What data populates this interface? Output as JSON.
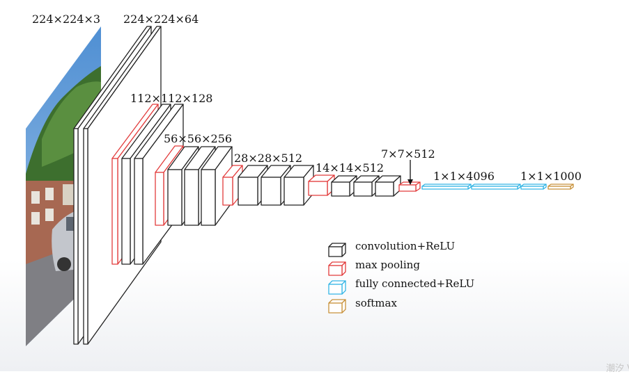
{
  "layer_labels": [
    "224×224×3",
    "224×224×64",
    "112×112×128",
    "56×56×256",
    "28×28×512",
    "14×14×512",
    "7×7×512",
    "1×1×4096",
    "1×1×1000"
  ],
  "legend": [
    {
      "label": "convolution+ReLU",
      "color": "#222222"
    },
    {
      "label": "max pooling",
      "color": "#e23b3b"
    },
    {
      "label": "fully connected+ReLU",
      "color": "#33b5e5"
    },
    {
      "label": "softmax",
      "color": "#c8913a"
    }
  ],
  "colors": {
    "conv": "#222222",
    "pool": "#e23b3b",
    "fc": "#33b5e5",
    "softmax": "#c8913a",
    "sky": "#6fa6dc",
    "tree": "#3c6a2c",
    "building": "#a0624a",
    "road": "#7c7c80",
    "car": "#b9bcc2"
  },
  "watermark": "潮汐 V"
}
